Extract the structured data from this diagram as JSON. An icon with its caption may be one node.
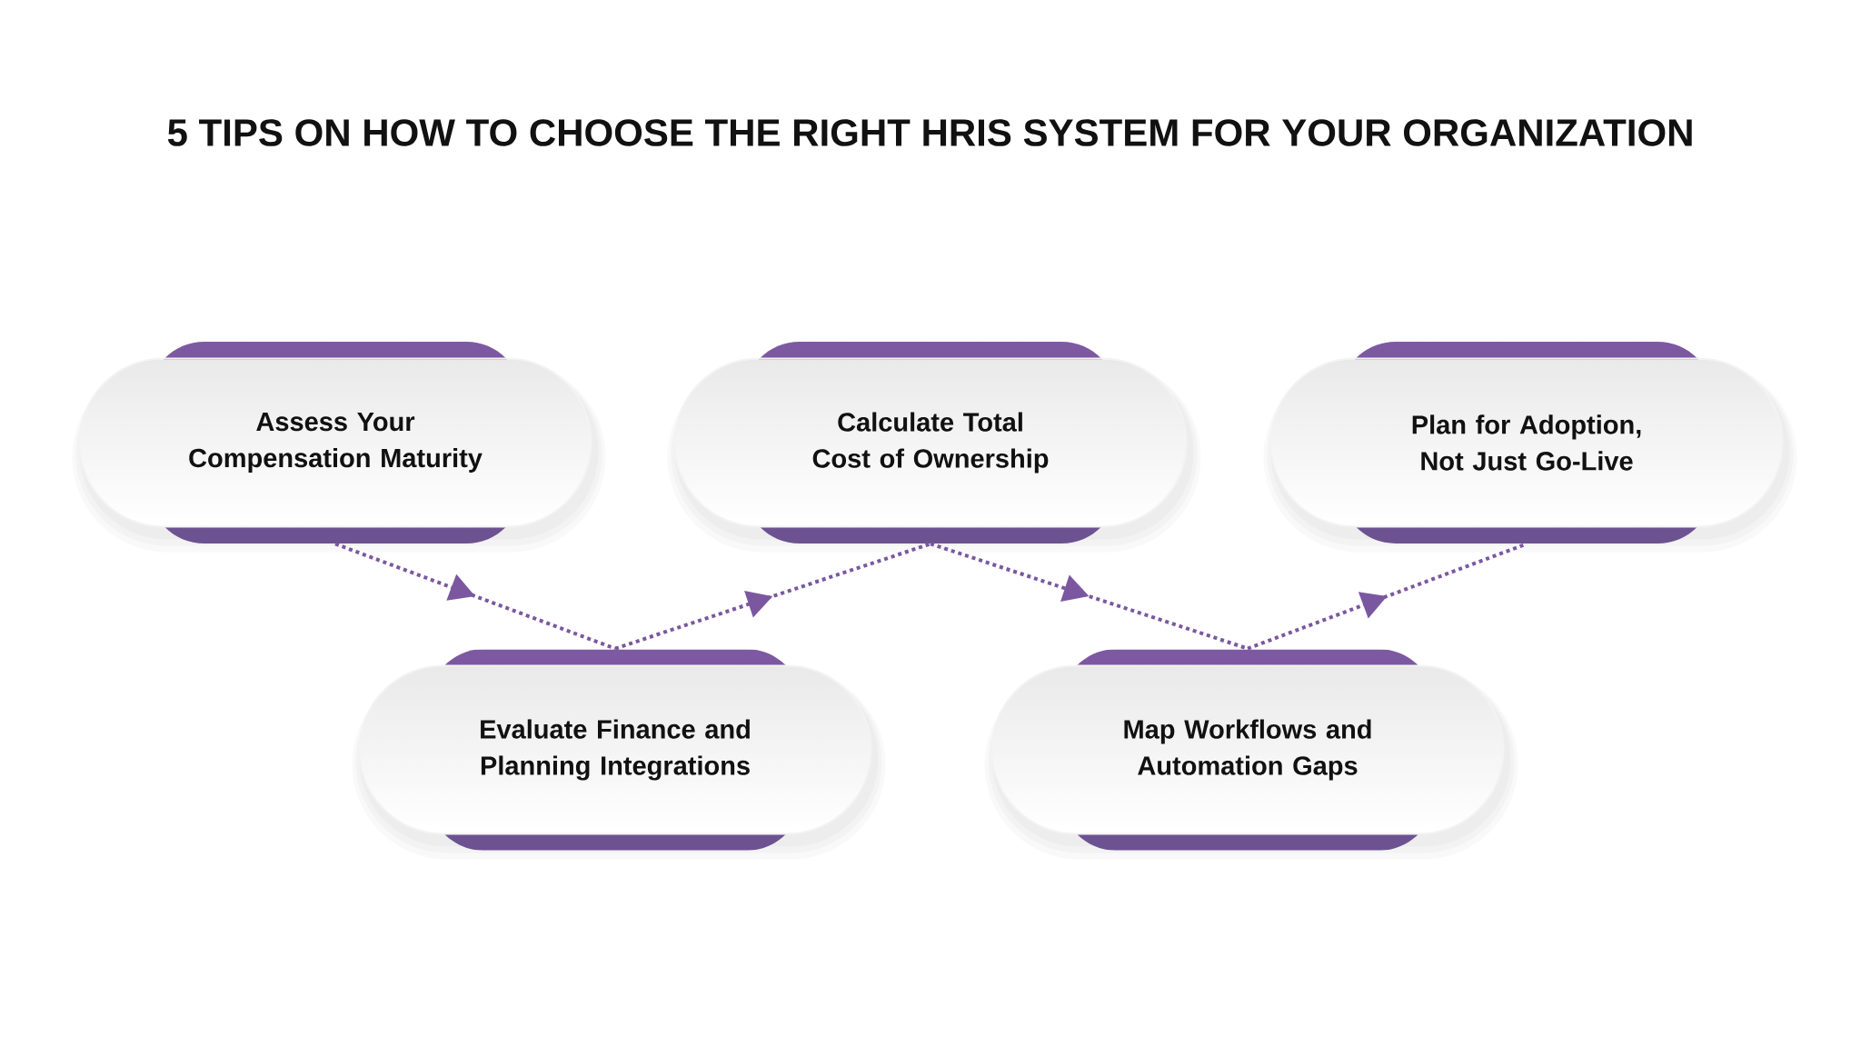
{
  "diagram": {
    "title": "5 TIPS ON HOW TO CHOOSE THE RIGHT HRIS SYSTEM FOR YOUR ORGANIZATION",
    "nodes": [
      {
        "text": [
          "Assess Your Compensation Maturity"
        ]
      },
      {
        "text": [
          "Calculate Total Cost of Ownership"
        ]
      },
      {
        "text": [
          "Plan for Adoption, Not Just Go-Live"
        ]
      },
      {
        "text": [
          "Evaluate Finance and Planning Integrations"
        ]
      },
      {
        "text": [
          "Map Workflows and Automation Gaps"
        ]
      }
    ],
    "edges": [
      {
        "from": 0,
        "to": 3,
        "arrow": "to",
        "style": "dashed"
      },
      {
        "from": 3,
        "to": 1,
        "arrow": "to",
        "style": "dashed"
      },
      {
        "from": 1,
        "to": 4,
        "arrow": "to",
        "style": "dashed"
      },
      {
        "from": 4,
        "to": 2,
        "arrow": "to",
        "style": "dashed"
      }
    ]
  }
}
